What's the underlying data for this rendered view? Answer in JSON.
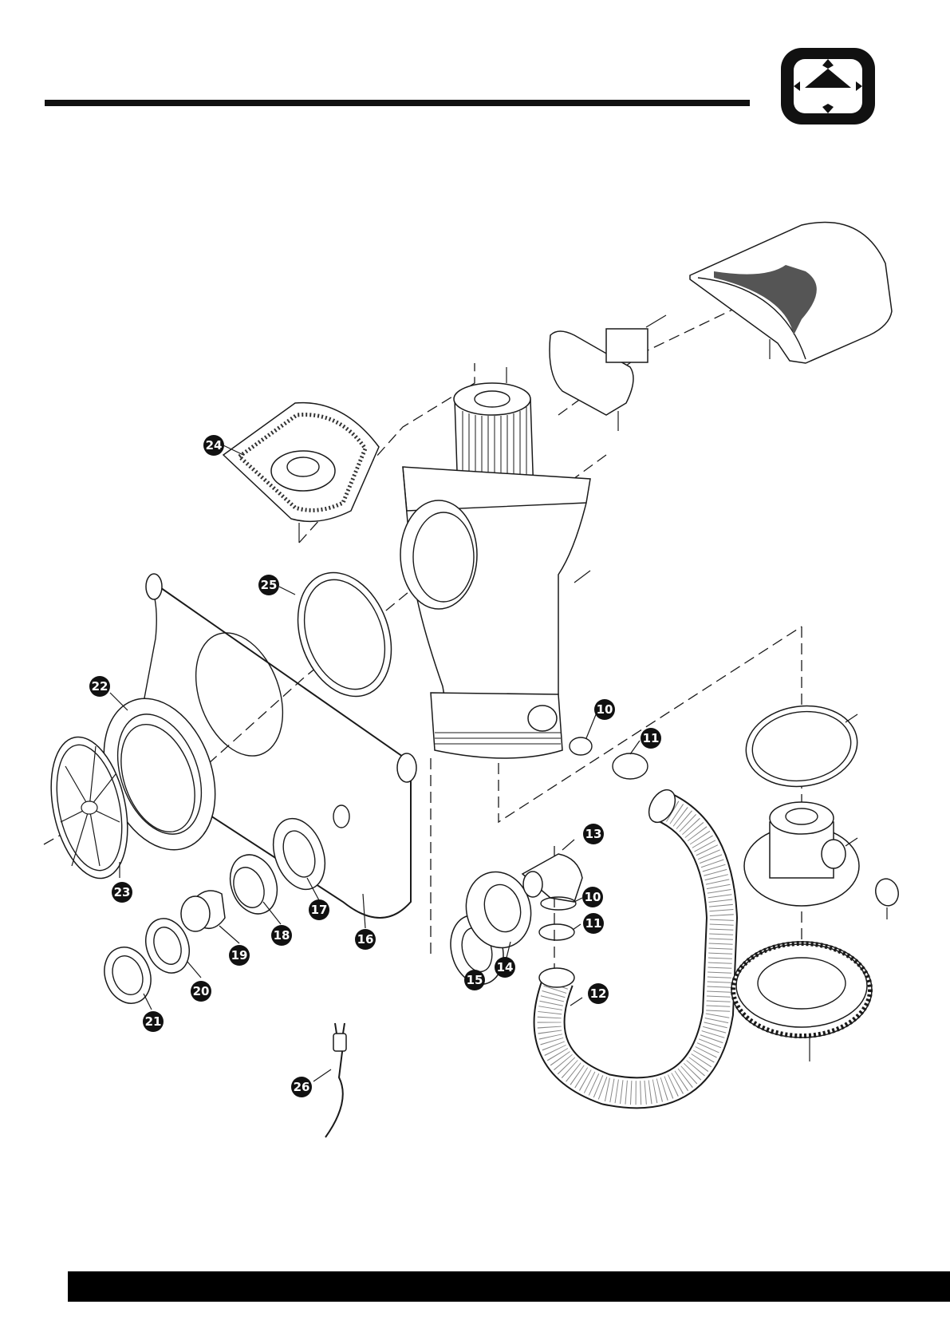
{
  "callouts": [
    {
      "label": "24"
    },
    {
      "label": "25"
    },
    {
      "label": "22"
    },
    {
      "label": "23"
    },
    {
      "label": "21"
    },
    {
      "label": "20"
    },
    {
      "label": "19"
    },
    {
      "label": "18"
    },
    {
      "label": "17"
    },
    {
      "label": "16"
    },
    {
      "label": "15"
    },
    {
      "label": "14"
    },
    {
      "label": "13"
    },
    {
      "label": "12"
    },
    {
      "label": "11"
    },
    {
      "label": "10"
    },
    {
      "label": "10"
    },
    {
      "label": "11"
    },
    {
      "label": "26"
    }
  ],
  "colors": {
    "ink": "#111111",
    "background": "#ffffff"
  }
}
